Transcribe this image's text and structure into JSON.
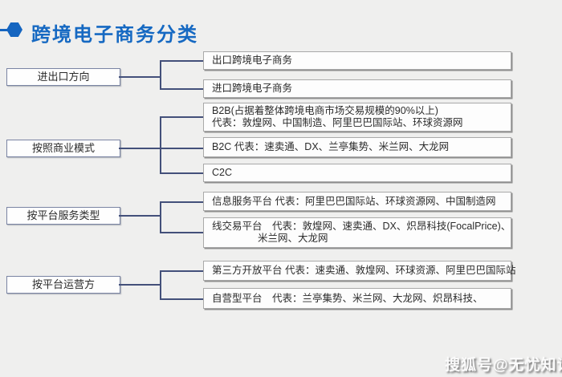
{
  "title": "跨境电子商务分类",
  "watermark": "搜狐号@无忧知识",
  "colors": {
    "accent": "#1669c2",
    "connector": "#43507a"
  },
  "groups": [
    {
      "label": "进出口方向",
      "children": [
        {
          "lines": [
            "出口跨境电子商务"
          ]
        },
        {
          "lines": [
            "进口跨境电子商务"
          ]
        }
      ]
    },
    {
      "label": "按照商业模式",
      "children": [
        {
          "lines": [
            "B2B(占据着整体跨境电商市场交易规模的90%以上)",
            "代表：敦煌网、中国制造、阿里巴巴国际站、环球资源网"
          ]
        },
        {
          "lines": [
            "B2C 代表：速卖通、DX、兰亭集势、米兰网、大龙网"
          ]
        },
        {
          "lines": [
            "C2C"
          ]
        }
      ]
    },
    {
      "label": "按平台服务类型",
      "children": [
        {
          "lines": [
            "信息服务平台 代表：阿里巴巴国际站、环球资源网、中国制造网"
          ]
        },
        {
          "lines": [
            "线交易平台　代表：敦煌网、速卖通、DX、炽昂科技(FocalPrice)、",
            "米兰网、大龙网"
          ]
        }
      ]
    },
    {
      "label": "按平台运营方",
      "children": [
        {
          "lines": [
            "第三方开放平台 代表：速卖通、敦煌网、环球资源、阿里巴巴国际站"
          ]
        },
        {
          "lines": [
            "自营型平台　代表：兰亭集势、米兰网、大龙网、炽昂科技、"
          ]
        }
      ]
    }
  ]
}
